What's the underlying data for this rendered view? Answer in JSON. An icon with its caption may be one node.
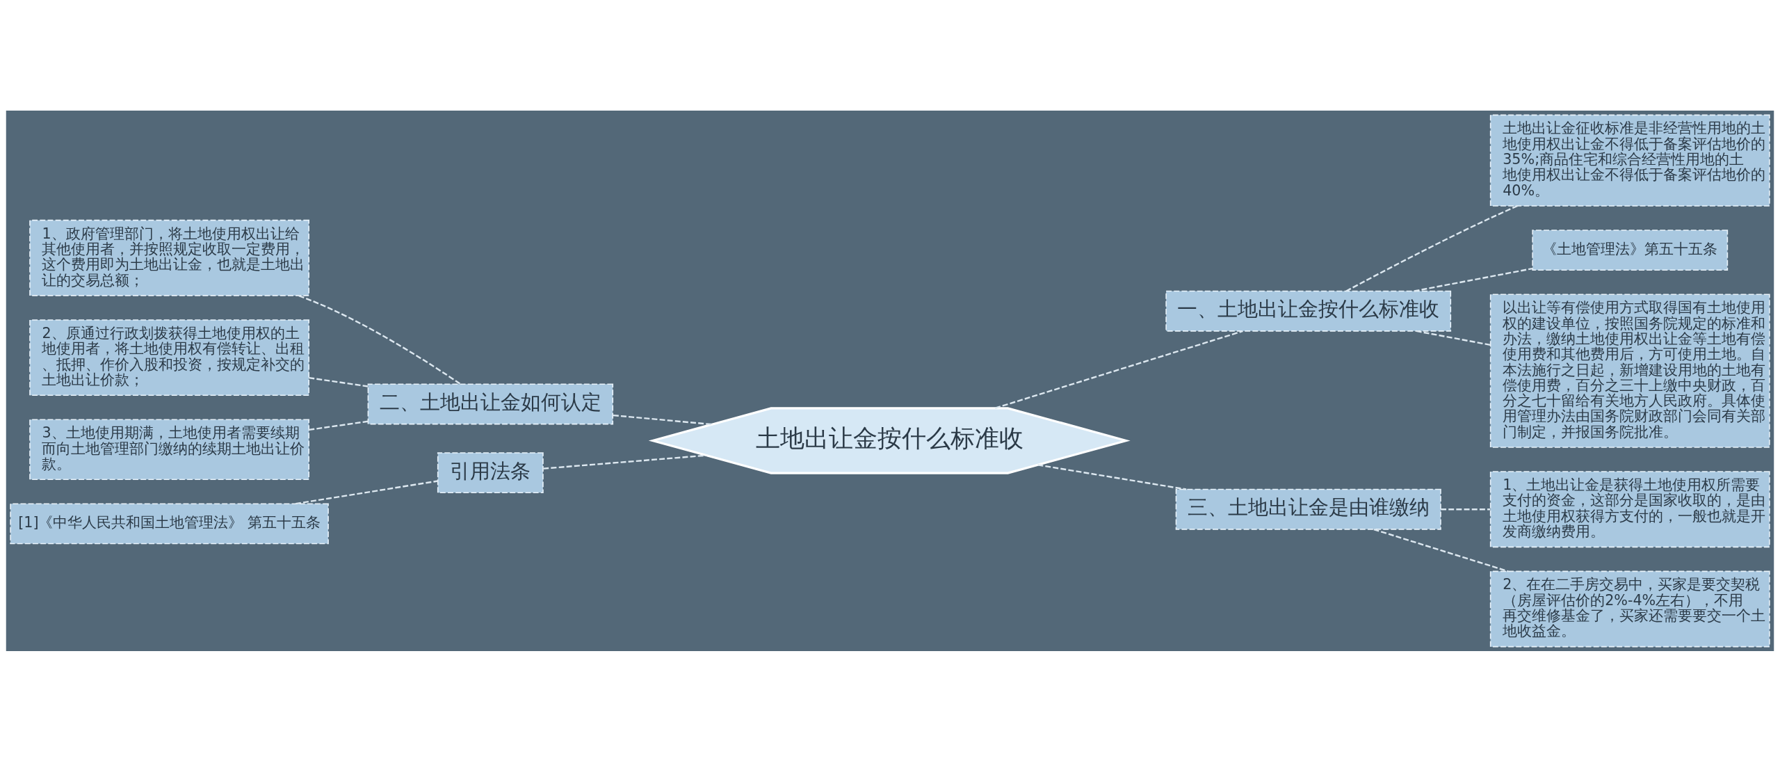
{
  "diagram": {
    "nodes": [
      {
        "text": [
          "土地出让金按什么标准收"
        ]
      },
      {
        "text": [
          "二、土地出让金如何认定"
        ]
      },
      {
        "text": [
          "1、政府管理部门，将土地使用权出让给其他使用者，并按照规定收取一定费用，这个费用即为土地出让金，也就是土地出让的交易总额；"
        ]
      },
      {
        "text": [
          "2、原通过行政划拨获得土地使用权的土地使用者，将土地使用权有偿转让、出租、抵押、作价入股和投资，按规定补交的土地出让价款；"
        ]
      },
      {
        "text": [
          "3、土地使用期满，土地使用者需要续期而向土地管理部门缴纳的续期土地出让价款。"
        ]
      },
      {
        "text": [
          "引用法条"
        ]
      },
      {
        "text": [
          "[1]《中华人民共和国土地管理法》 第五十五条"
        ]
      },
      {
        "text": [
          "一、土地出让金按什么标准收"
        ]
      },
      {
        "text": [
          "土地出让金征收标准是非经营性用地的土地使用权出让金不得低于备案评估地价的35%;商品住宅和综合经营性用地的土地使用权出让金不得低于备案评估地价的40%。"
        ]
      },
      {
        "text": [
          "《土地管理法》第五十五条"
        ]
      },
      {
        "text": [
          "以出让等有偿使用方式取得国有土地使用权的建设单位，按照国务院规定的标准和办法，缴纳土地使用权出让金等土地有偿使用费和其他费用后，方可使用土地。自本法施行之日起，新增建设用地的土地有偿使用费，百分之三十上缴中央财政，百分之七十留给有关地方人民政府。具体使用管理办法由国务院财政部门会同有关部门制定，并报国务院批准。"
        ]
      },
      {
        "text": [
          "三、土地出让金是由谁缴纳"
        ]
      },
      {
        "text": [
          "1、土地出让金是获得土地使用权所需要支付的资金，这部分是国家收取的，是由土地使用权获得方支付的，一般也就是开发商缴纳费用。"
        ]
      },
      {
        "text": [
          "2、在在二手房交易中，买家是要交契税（房屋评估价的2%-4%左右），不用再交维修基金了，买家还需要要交一个土地收益金。"
        ]
      }
    ],
    "edges": [
      {
        "from": 2,
        "to": 1,
        "arrow": "none"
      },
      {
        "from": 3,
        "to": 1,
        "arrow": "none"
      },
      {
        "from": 4,
        "to": 1,
        "arrow": "none"
      },
      {
        "from": 1,
        "to": 0,
        "arrow": "none"
      },
      {
        "from": 6,
        "to": 5,
        "arrow": "none"
      },
      {
        "from": 5,
        "to": 0,
        "arrow": "none"
      },
      {
        "from": 0,
        "to": 7,
        "arrow": "none"
      },
      {
        "from": 7,
        "to": 8,
        "arrow": "none"
      },
      {
        "from": 7,
        "to": 9,
        "arrow": "none"
      },
      {
        "from": 7,
        "to": 10,
        "arrow": "none"
      },
      {
        "from": 0,
        "to": 11,
        "arrow": "none"
      },
      {
        "from": 11,
        "to": 12,
        "arrow": "none"
      },
      {
        "from": 11,
        "to": 13,
        "arrow": "none"
      }
    ]
  }
}
